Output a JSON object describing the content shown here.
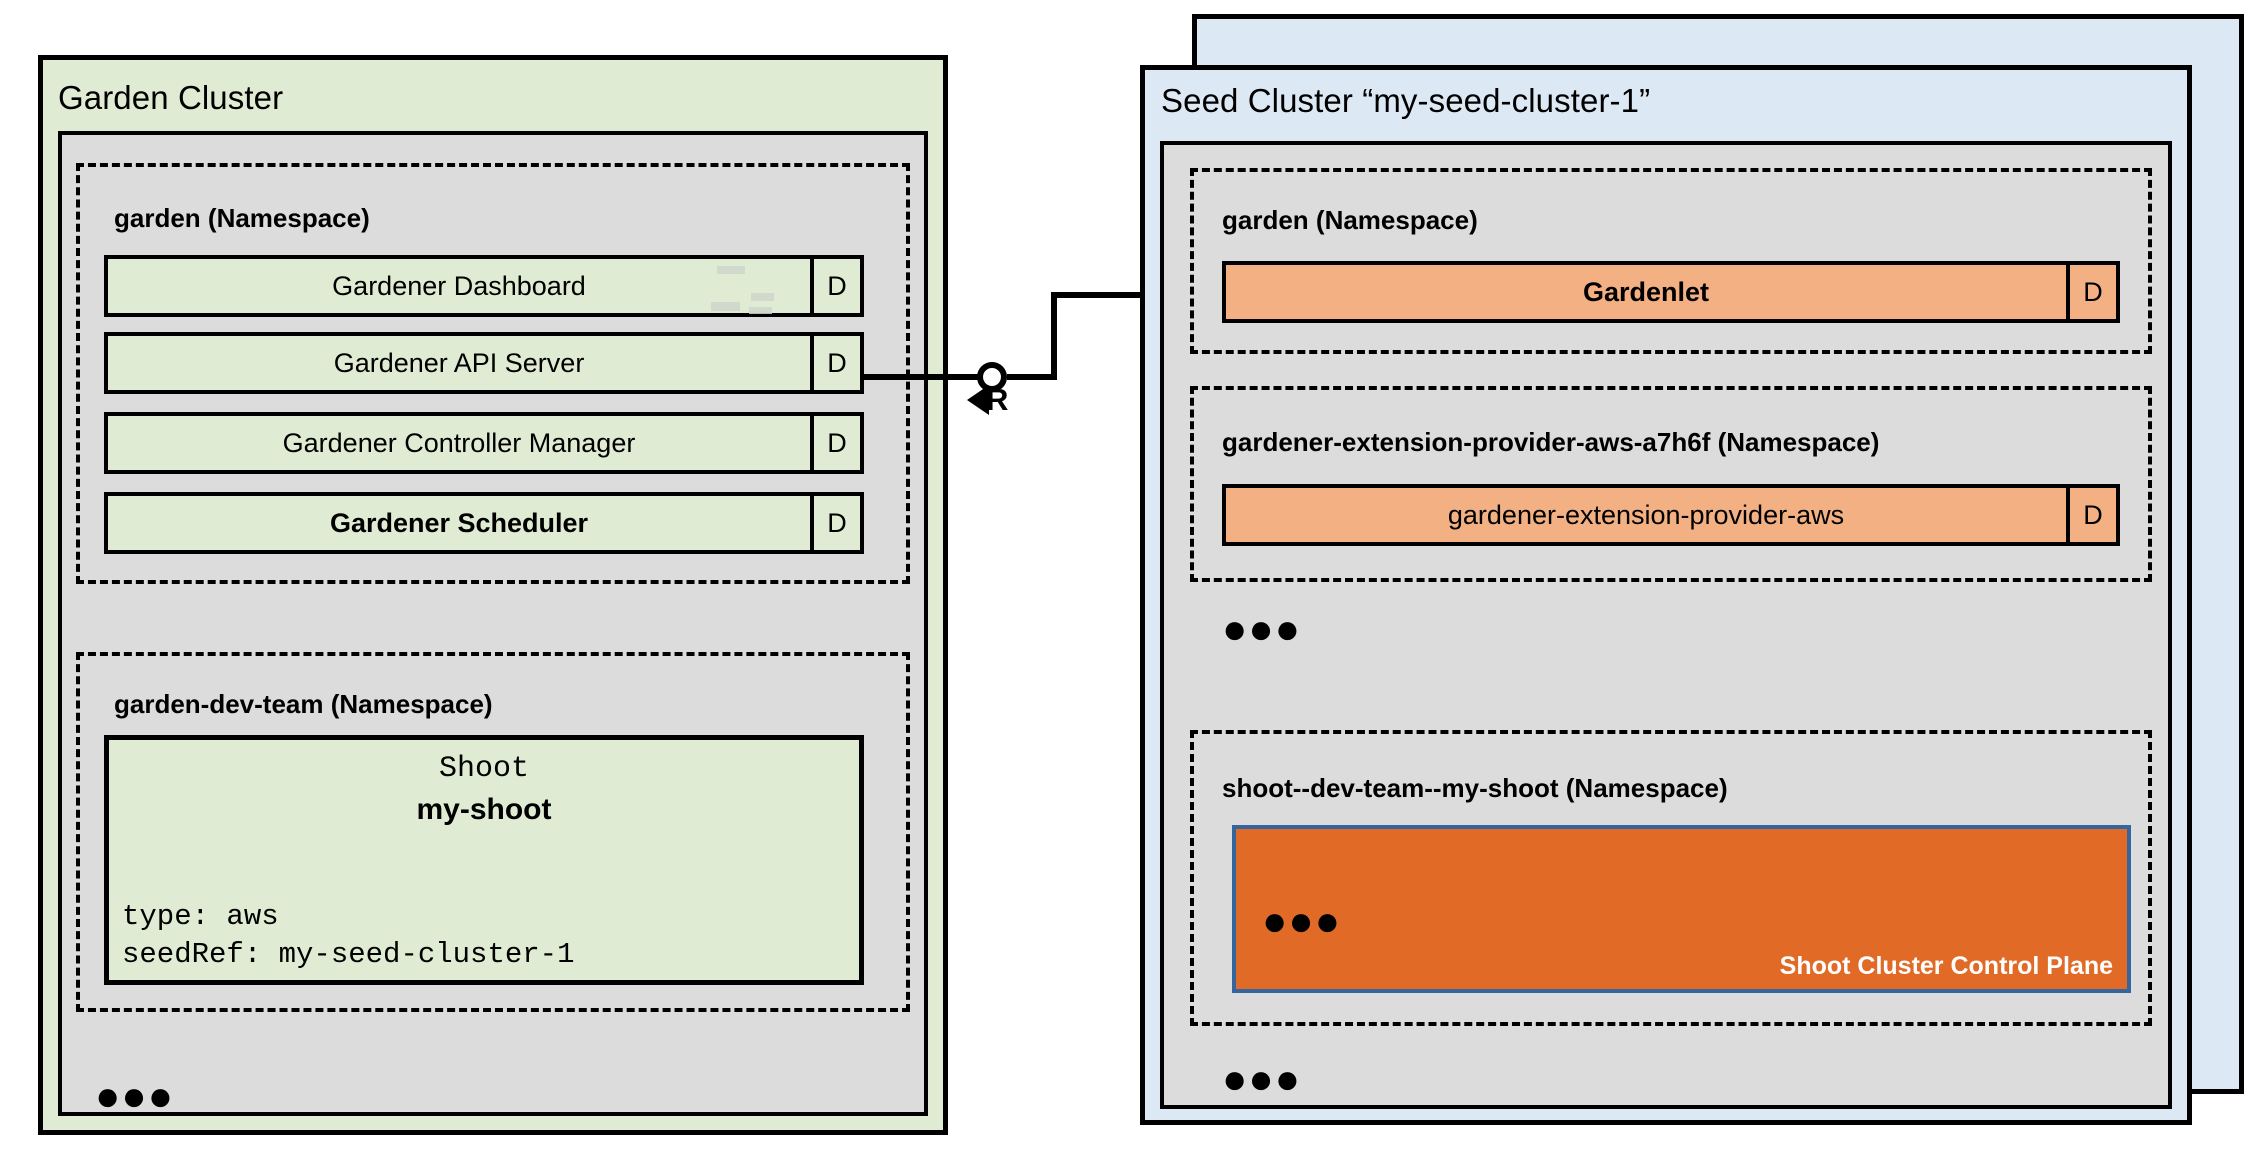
{
  "diagram": {
    "title": "Gardener Garden / Seed cluster architecture",
    "colors": {
      "garden_cluster_bg": "#dfebd2",
      "seed_cluster_bg": "#dde8f5",
      "kubernetes_bg": "#dcdcdc",
      "garden_component": "#dfebd2",
      "seed_component": "#f2b083",
      "control_plane": "#e06a26",
      "control_plane_border": "#35659e",
      "stroke": "#000000"
    }
  },
  "garden_cluster": {
    "title": "Garden Cluster",
    "namespaces": [
      {
        "name": "garden (Namespace)",
        "components": [
          {
            "label": "Gardener Dashboard",
            "kind": "D",
            "bold": false
          },
          {
            "label": "Gardener API Server",
            "kind": "D",
            "bold": false
          },
          {
            "label": "Gardener Controller Manager",
            "kind": "D",
            "bold": false
          },
          {
            "label": "Gardener Scheduler",
            "kind": "D",
            "bold": true
          }
        ]
      },
      {
        "name": "garden-dev-team (Namespace)",
        "shoot_resource": {
          "kind": "Shoot",
          "name": "my-shoot",
          "spec": "type: aws\nseedRef: my-seed-cluster-1"
        }
      }
    ],
    "more_indicator": "●●●"
  },
  "seed_cluster": {
    "title": "Seed Cluster “my-seed-cluster-1”",
    "namespaces": [
      {
        "name": "garden (Namespace)",
        "components": [
          {
            "label": "Gardenlet",
            "kind": "D",
            "bold": true
          }
        ]
      },
      {
        "name": "gardener-extension-provider-aws-a7h6f (Namespace)",
        "components": [
          {
            "label": "gardener-extension-provider-aws",
            "kind": "D",
            "bold": false
          }
        ]
      },
      {
        "name": "shoot--dev-team--my-shoot (Namespace)",
        "control_plane": {
          "label": "Shoot Cluster Control Plane",
          "more_indicator": "●●●"
        }
      }
    ],
    "more_indicator_middle": "●●●",
    "more_indicator_bottom": "●●●"
  },
  "connector": {
    "label": "R",
    "from": "Gardener API Server",
    "to": "Gardenlet"
  }
}
